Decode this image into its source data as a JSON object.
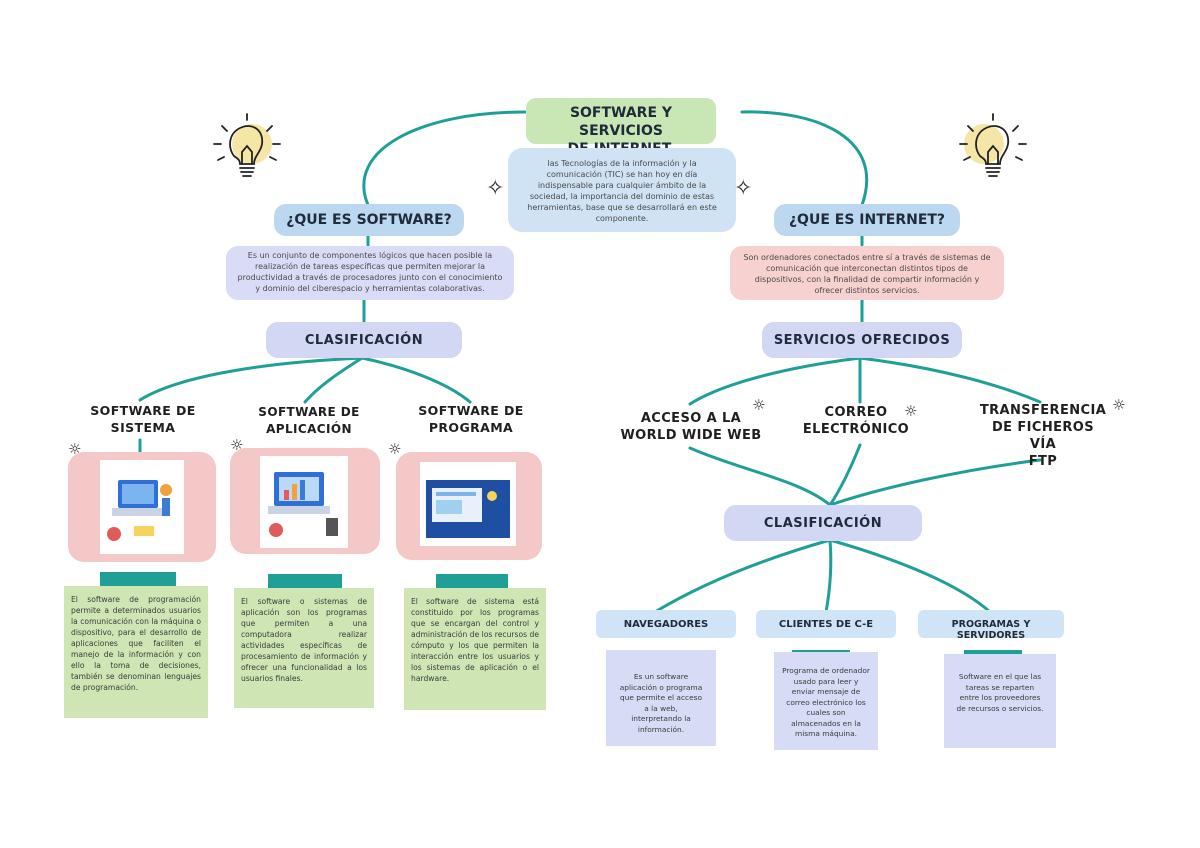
{
  "title": "SOFTWARE Y SERVICIOS\nDE INTERNET.",
  "intro": "las Tecnologías de la información y la comunicación (TIC) se han hoy en día indispensable para cualquier ámbito de la sociedad, la importancia del dominio de estas herramientas, base que se desarrollará en este componente.",
  "software": {
    "question": "¿QUE ES SOFTWARE?",
    "definition": "Es un conjunto de componentes lógicos que hacen posible la realización de tareas específicas que permiten mejorar la productividad a través de procesadores junto con el conocimiento y dominio del ciberespacio y herramientas colaborativas.",
    "classification": "CLASIFICACIÓN",
    "types": [
      {
        "title": "SOFTWARE DE\nSISTEMA",
        "description": "El software de programación permite a determinados usuarios la comunicación con la máquina o dispositivo, para el desarrollo de aplicaciones que faciliten el manejo de la información y con ello la toma de decisiones, también se denominan lenguajes de programación."
      },
      {
        "title": "SOFTWARE DE\nAPLICACIÓN",
        "description": "El software o sistemas de aplicación son los programas que permiten a una computadora realizar actividades específicas de procesamiento de información y ofrecer una funcionalidad a los usuarios finales."
      },
      {
        "title": "SOFTWARE DE\nPROGRAMA",
        "description": "El software de sistema está constituido por los programas que se encargan del control y administración de los recursos de cómputo y los que permiten la interacción entre los usuarios y los sistemas de aplicación o el hardware."
      }
    ]
  },
  "internet": {
    "question": "¿QUE ES INTERNET?",
    "definition": "Son ordenadores conectados entre sí a través de sistemas de comunicación que interconectan distintos tipos de dispositivos, con la finalidad de compartir información y ofrecer distintos servicios.",
    "services_title": "SERVICIOS OFRECIDOS",
    "services": [
      "ACCESO A LA\nWORLD WIDE WEB",
      "CORREO\nELECTRÓNICO",
      "TRANSFERENCIA\nDE FICHEROS VÍA\nFTP"
    ],
    "classification": "CLASIFICACIÓN",
    "categories": [
      {
        "title": "NAVEGADORES",
        "description": "Es un software aplicación o programa que permite el acceso a la web, interpretando la información."
      },
      {
        "title": "CLIENTES DE C-E",
        "description": "Programa de ordenador usado para leer y enviar mensaje de correo electrónico los cuales son almacenados en la misma máquina."
      },
      {
        "title": "PROGRAMAS Y SERVIDORES",
        "description": "Software en el que las tareas se reparten entre los proveedores de recursos o servicios."
      }
    ]
  },
  "icons": {
    "bulb": "lightbulb-icon",
    "sparkle": "sparkle-icon",
    "sun": "sun-sparkle-icon"
  },
  "colors": {
    "title_bg": "#c9e7b4",
    "question_bg": "#bcd8f0",
    "software_note_bg": "#d9dcf7",
    "internet_note_bg": "#f7d1cf",
    "classification_bg": "#d2d7f4",
    "connector": "#1f9f96",
    "image_frame": "#f4c8c6",
    "green_note": "#cfe6b4",
    "lavender_note": "#d6dcf6"
  }
}
